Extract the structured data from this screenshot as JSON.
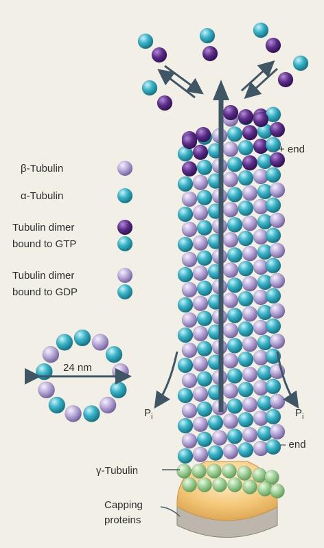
{
  "legend": {
    "beta_tubulin": "β-Tubulin",
    "alpha_tubulin": "α-Tubulin",
    "gtp_dimer_line1": "Tubulin dimer",
    "gtp_dimer_line2": "bound to GTP",
    "gdp_dimer_line1": "Tubulin dimer",
    "gdp_dimer_line2": "bound to GDP"
  },
  "labels": {
    "plus_end": "+ end",
    "minus_end": "– end",
    "gamma_tubulin": "γ-Tubulin",
    "capping_line1": "Capping",
    "capping_line2": "proteins",
    "diameter": "24 nm",
    "pi_main": "P",
    "pi_sub": "i"
  },
  "colors": {
    "background": "#f2efe6",
    "alpha_tubulin": "#36b2c6",
    "beta_tubulin": "#b9a9d6",
    "gtp_tubulin": "#5a2d86",
    "gamma_tubulin": "#9fd29a",
    "capping": "#f3c97a",
    "arrow": "#3f5764"
  }
}
